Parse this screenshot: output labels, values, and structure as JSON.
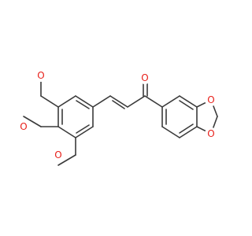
{
  "molecule": {
    "colors": {
      "bond": "#3a3a3a",
      "oxygen": "#e8201a",
      "background": "#ffffff"
    },
    "atoms": {
      "o_ketone": "O",
      "o_diox_top": "O",
      "o_diox_bottom": "O",
      "o_meo_upper": "O",
      "o_meo_middle": "O",
      "o_meo_lower": "O"
    }
  }
}
